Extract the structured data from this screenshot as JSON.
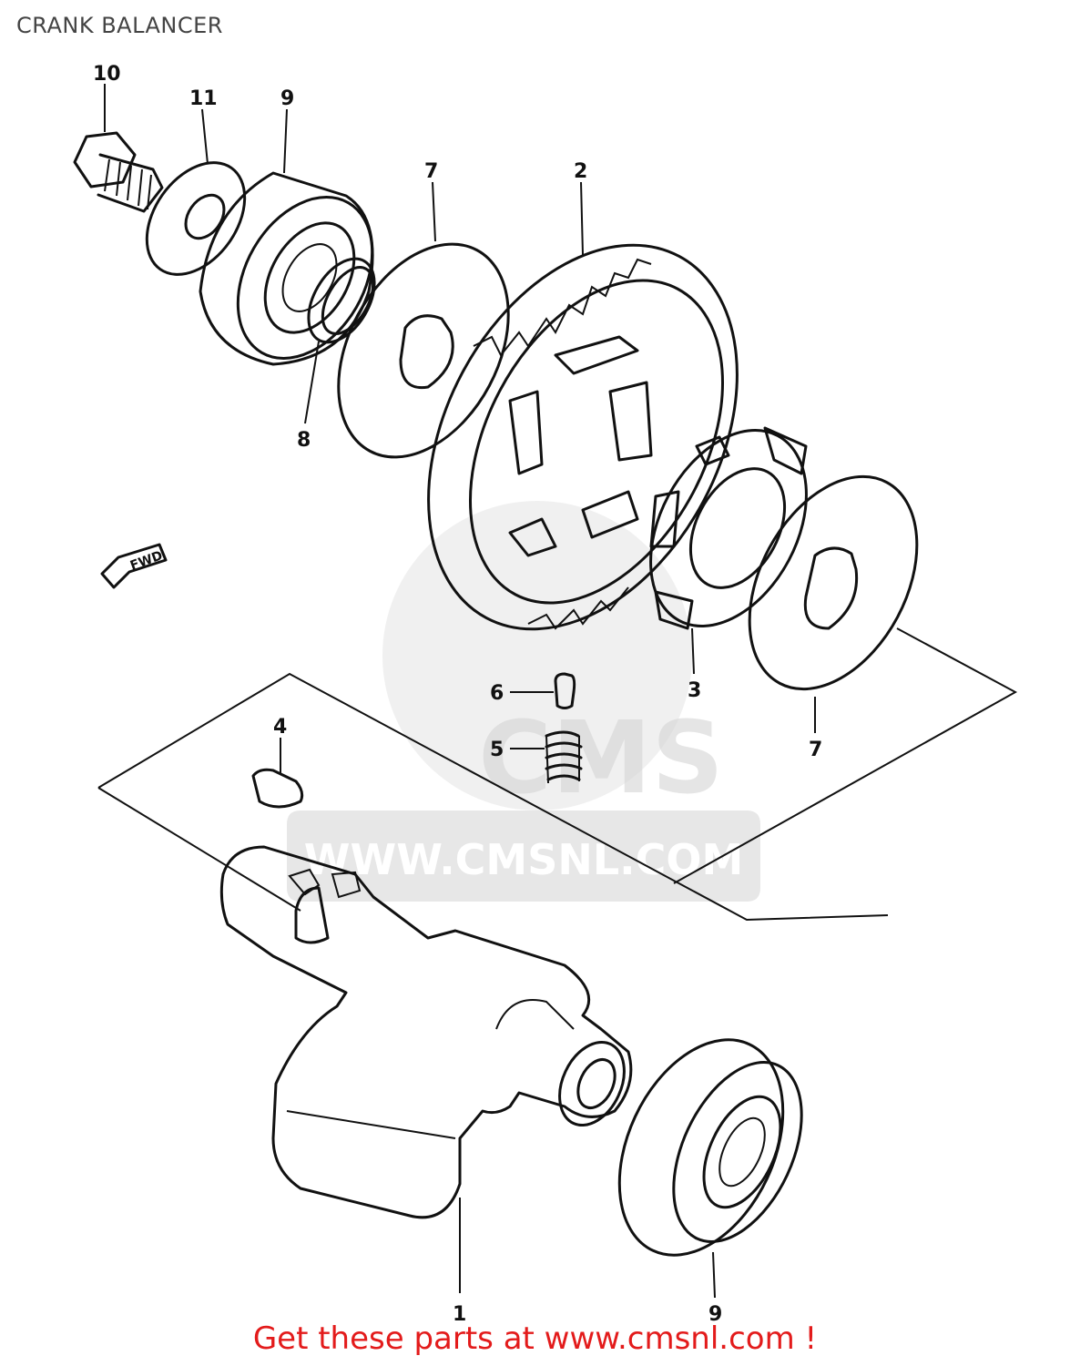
{
  "title": "CRANK BALANCER",
  "footer": "Get these parts at www.cmsnl.com !",
  "watermark": {
    "brand": "CMS",
    "url": "WWW.CMSNL.COM"
  },
  "fwd_arrow": "FWD",
  "callouts": {
    "c10": "10",
    "c11": "11",
    "c9_top": "9",
    "c7_top": "7",
    "c2": "2",
    "c8": "8",
    "c6": "6",
    "c5": "5",
    "c4": "4",
    "c3": "3",
    "c7_bottom": "7",
    "c1": "1",
    "c9_bottom": "9"
  },
  "colors": {
    "footer": "#e31b1b",
    "ink": "#111111",
    "watermark": "#d4d4d4"
  }
}
